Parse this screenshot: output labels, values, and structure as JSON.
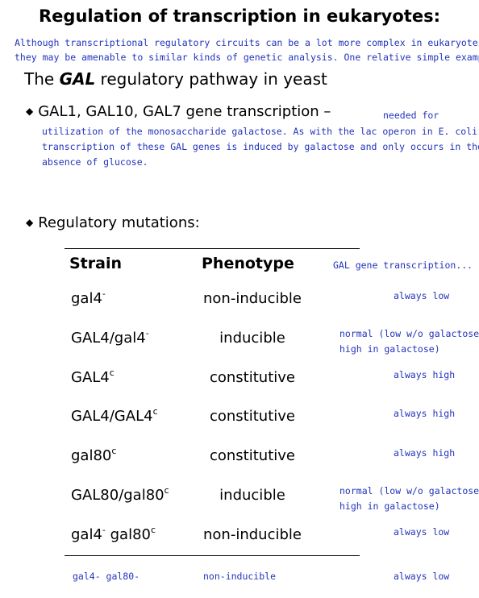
{
  "title": "Regulation of transcription in eukaryotes:",
  "intro": [
    "Although transcriptional regulatory circuits can be a lot more complex in eukaryotes,",
    "they may be amenable to similar kinds of genetic analysis.  One relative simple example:"
  ],
  "subtitle": {
    "prefix": "The ",
    "gene": "GAL",
    "suffix": " regulatory pathway in yeast"
  },
  "bullet1": {
    "text": "GAL1, GAL10, GAL7 gene transcription –",
    "note_inline": "needed for",
    "note_lines": [
      "utilization of the monosaccharide galactose.  As with the lac operon in E. coli,",
      "transcription of these GAL genes is induced by galactose and only occurs in the",
      "absence of glucose."
    ]
  },
  "bullet2": {
    "text": "Regulatory mutations:"
  },
  "table": {
    "headers": {
      "strain": "Strain",
      "phenotype": "Phenotype",
      "transcription": "GAL gene transcription..."
    },
    "rows": [
      {
        "strain": "gal4",
        "strain_sup": "-",
        "strain2": "",
        "strain2_sup": "",
        "phenotype": "non-inducible",
        "note": [
          "always low"
        ]
      },
      {
        "strain": "GAL4/gal4",
        "strain_sup": "-",
        "strain2": "",
        "strain2_sup": "",
        "phenotype": "inducible",
        "note": [
          "normal (low w/o galactose,",
          "high in galactose)"
        ]
      },
      {
        "strain": "GAL4",
        "strain_sup": "c",
        "strain2": "",
        "strain2_sup": "",
        "phenotype": "constitutive",
        "note": [
          "always high"
        ]
      },
      {
        "strain": "GAL4/GAL4",
        "strain_sup": "c",
        "strain2": "",
        "strain2_sup": "",
        "phenotype": "constitutive",
        "note": [
          "always high"
        ]
      },
      {
        "strain": "gal80",
        "strain_sup": "c",
        "strain2": "",
        "strain2_sup": "",
        "phenotype": "constitutive",
        "note": [
          "always high"
        ]
      },
      {
        "strain": "GAL80/gal80",
        "strain_sup": "c",
        "strain2": "",
        "strain2_sup": "",
        "phenotype": "inducible",
        "note": [
          "normal (low w/o galactose,",
          "high in galactose)"
        ]
      },
      {
        "strain": "gal4",
        "strain_sup": "-",
        "strain2": " gal80",
        "strain2_sup": "c",
        "phenotype": "non-inducible",
        "note": [
          "always low"
        ]
      }
    ],
    "extra_row": {
      "strain": "gal4- gal80-",
      "phenotype": "non-inducible",
      "note": "always low"
    }
  },
  "colors": {
    "annotation": "#2233bb",
    "text": "#000000"
  }
}
